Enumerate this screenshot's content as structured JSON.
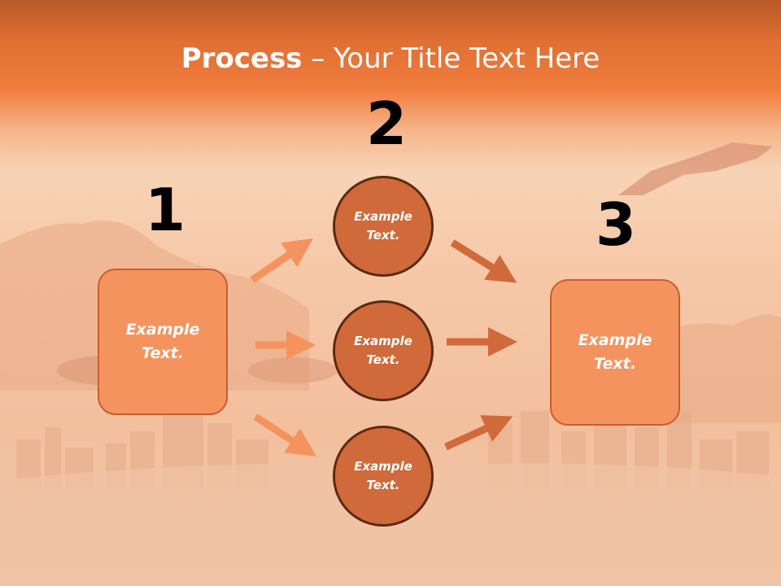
{
  "title": {
    "bold": "Process",
    "rest": " – Your Title Text Here"
  },
  "numbers": {
    "n1": "1",
    "n2": "2",
    "n3": "3"
  },
  "left_box": {
    "line1": "Example",
    "line2": "Text."
  },
  "circles": [
    {
      "line1": "Example",
      "line2": "Text."
    },
    {
      "line1": "Example",
      "line2": "Text."
    },
    {
      "line1": "Example",
      "line2": "Text."
    }
  ],
  "right_box": {
    "line1": "Example",
    "line2": "Text."
  },
  "colors": {
    "box_fill": "#f5935e",
    "circle_fill": "#d06a3a",
    "arrow_light": "#f5935e",
    "arrow_dark": "#d06a3a"
  }
}
